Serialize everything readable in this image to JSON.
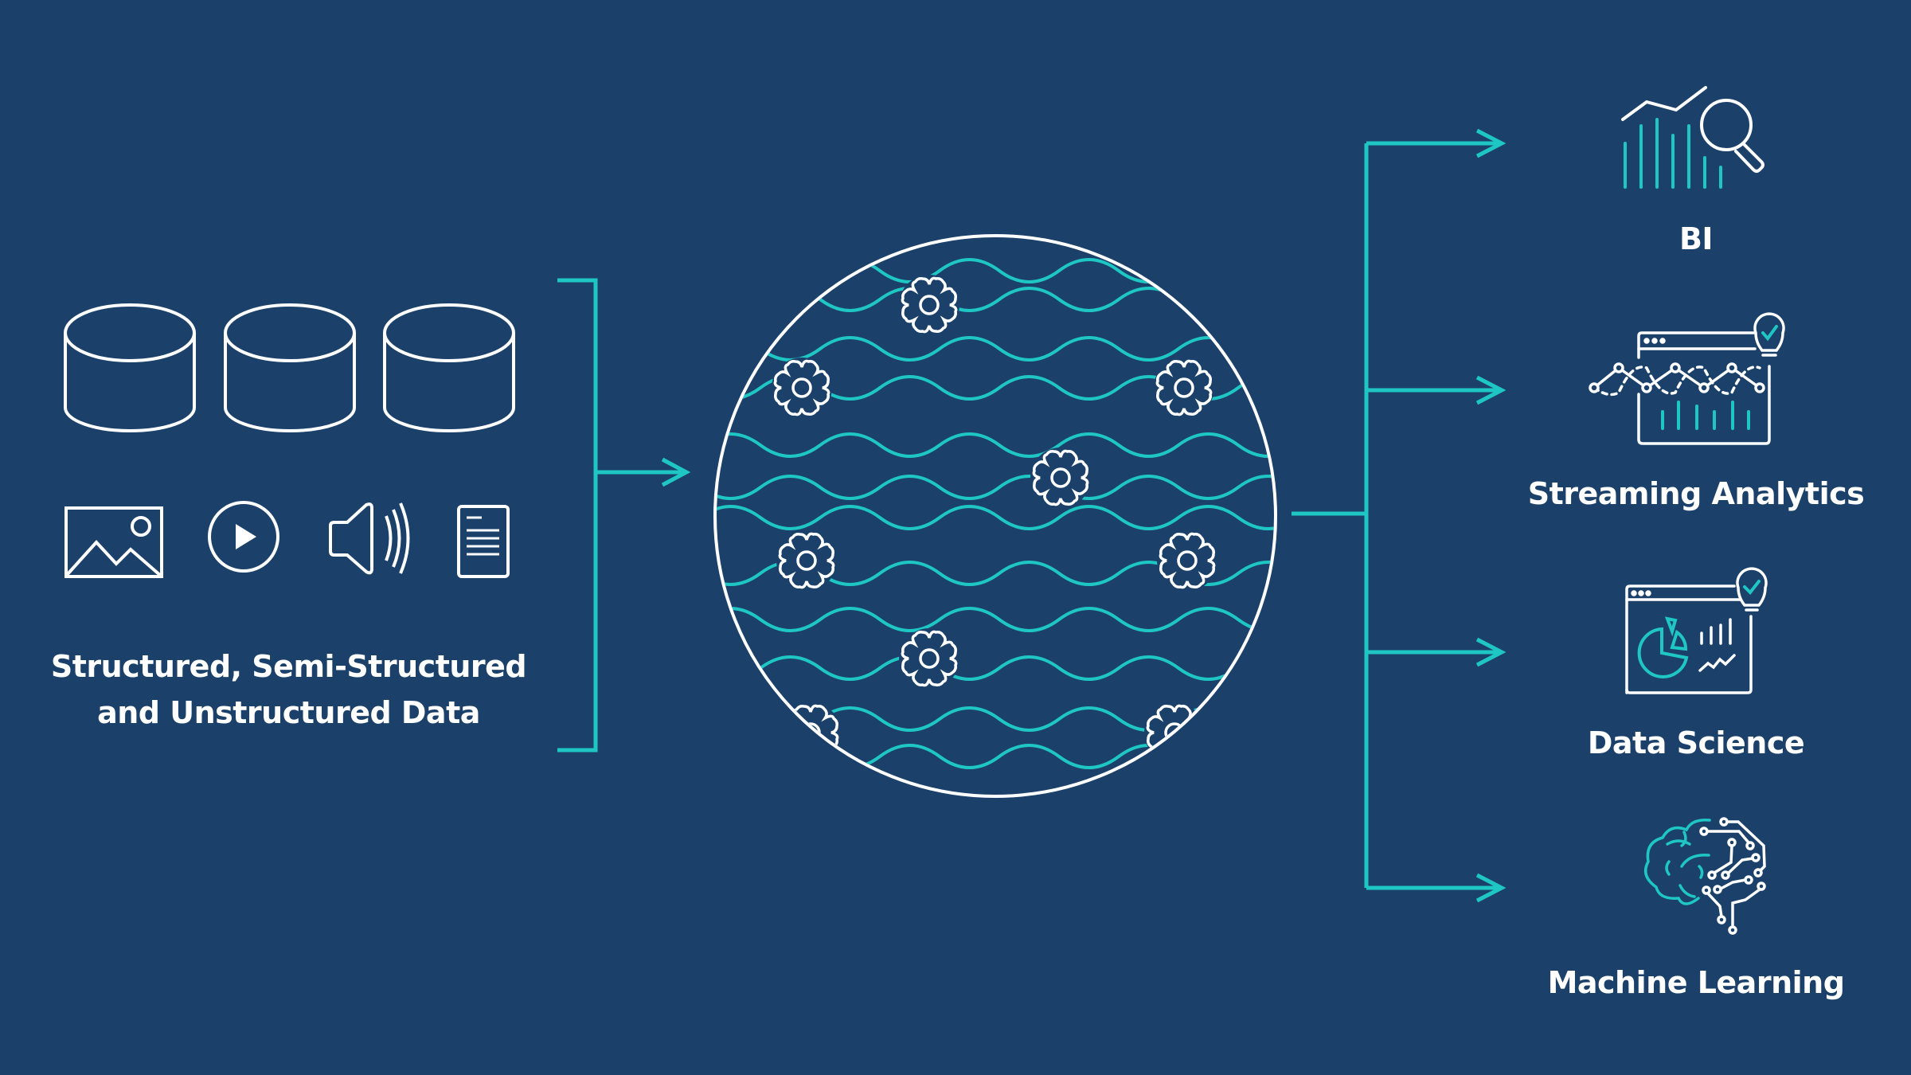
{
  "source": {
    "label_line1": "Structured, Semi-Structured",
    "label_line2": "and Unstructured Data",
    "icons": [
      "database-icon",
      "database-icon",
      "database-icon",
      "image-icon",
      "play-icon",
      "speaker-icon",
      "document-icon"
    ]
  },
  "center": {
    "icon": "data-lake-sphere",
    "gear_icon": "gear-icon"
  },
  "destinations": [
    {
      "label": "BI",
      "icon": "bi-chart-magnifier-icon"
    },
    {
      "label": "Streaming Analytics",
      "icon": "streaming-analytics-icon"
    },
    {
      "label": "Data Science",
      "icon": "data-science-icon"
    },
    {
      "label": "Machine Learning",
      "icon": "brain-circuit-icon"
    }
  ],
  "colors": {
    "background": "#1b416b",
    "accent": "#1fc7c4",
    "line": "#ffffff"
  }
}
